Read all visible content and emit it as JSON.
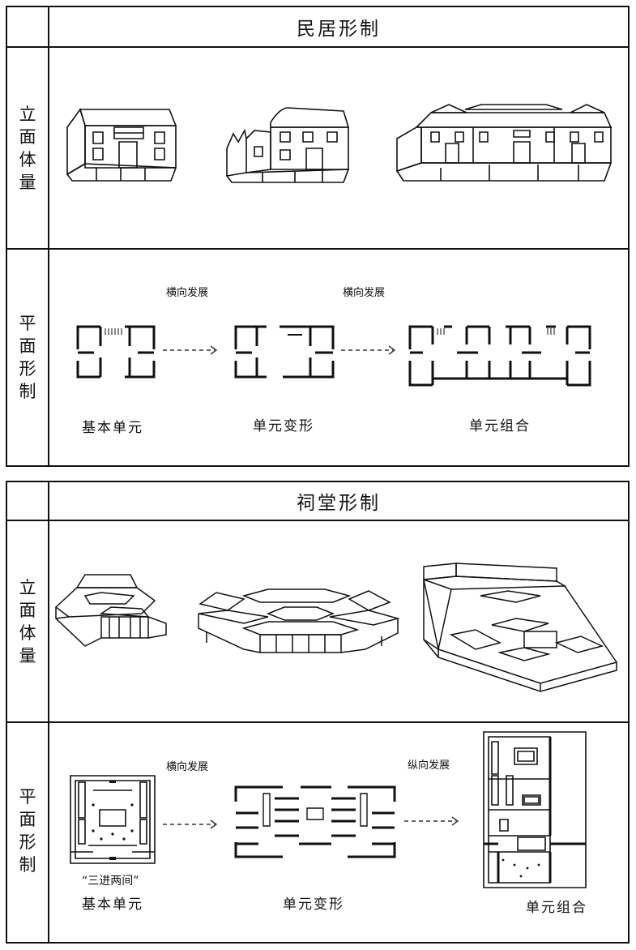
{
  "residence": {
    "title": "民居形制",
    "row_elevation": [
      "立",
      "面",
      "体",
      "量"
    ],
    "row_plan": [
      "平",
      "面",
      "形",
      "制"
    ],
    "arrow1_label": "横向发展",
    "arrow2_label": "横向发展",
    "captions": [
      "基本单元",
      "单元变形",
      "单元组合"
    ]
  },
  "ancestral_hall": {
    "title": "祠堂形制",
    "row_elevation": [
      "立",
      "面",
      "体",
      "量"
    ],
    "row_plan": [
      "平",
      "面",
      "形",
      "制"
    ],
    "arrow1_label": "横向发展",
    "arrow2_label": "纵向发展",
    "note": "“三进两间”",
    "captions": [
      "基本单元",
      "单元变形",
      "单元组合"
    ]
  }
}
